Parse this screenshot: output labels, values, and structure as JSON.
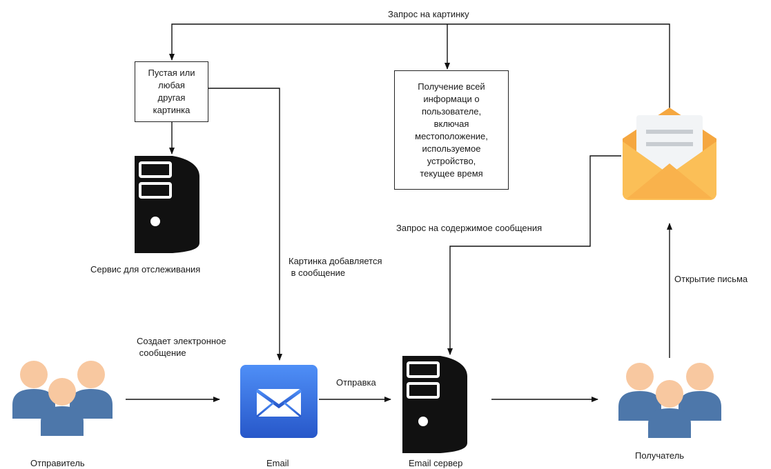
{
  "boxes": {
    "image_box": "Пустая или\nлюбая\nдругая\nкартинка",
    "info_box": "Получение всей\nинформаци о\nпользователе,\nвключая\nместоположение,\nиспользуемое\nустройство,\nтекущее время"
  },
  "labels": {
    "image_request": "Запрос на картинку",
    "tracking_service": "Сервис для отслеживания",
    "image_added": "Картинка добавляется\n в сообщение",
    "content_request": "Запрос на содержимое сообщения",
    "letter_opening": "Открытие письма",
    "creates_email": "Создает электронное\n сообщение",
    "sending": "Отправка"
  },
  "nodes": {
    "sender": "Отправитель",
    "email": "Email",
    "email_server": "Email сервер",
    "recipient": "Получатель"
  },
  "colors": {
    "person_skin": "#f8c8a0",
    "person_body": "#4d77aa",
    "email_app_top": "#4f8ff7",
    "email_app_bottom": "#2757c9",
    "server_body": "#111111",
    "envelope_back": "#f5a740",
    "envelope_front": "#fbbf57",
    "envelope_flap": "#f9b24c",
    "letter_paper": "#f2f4f6",
    "letter_lines": "#c8ccd1",
    "line_color": "#111111"
  },
  "icons": [
    "people-group-icon",
    "email-app-icon",
    "server-icon",
    "open-envelope-icon"
  ]
}
